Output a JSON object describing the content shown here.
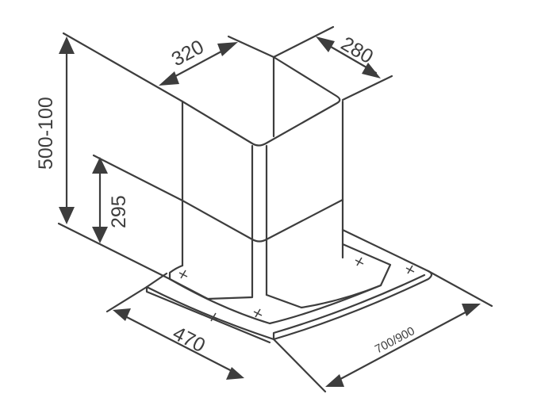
{
  "diagram": {
    "colors": {
      "stroke": "#3d3d3d",
      "background": "#ffffff"
    },
    "dimensions": {
      "chimney_width": "320",
      "chimney_depth": "280",
      "overall_height": "500-100",
      "canopy_height": "295",
      "hood_depth": "470",
      "hood_width": "700/900"
    }
  }
}
